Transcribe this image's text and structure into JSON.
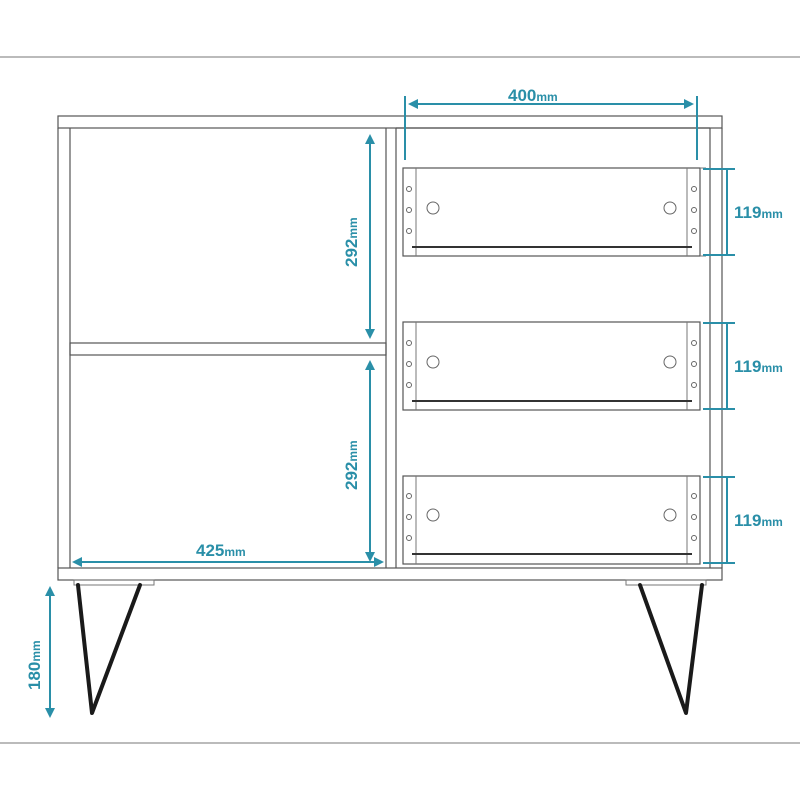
{
  "colors": {
    "dimension": "#2a8fa8",
    "outline": "#555555",
    "legs": "#1a1a1a"
  },
  "dimensions": {
    "drawer_width": {
      "value": "400",
      "unit": "mm"
    },
    "drawer_1_height": {
      "value": "119",
      "unit": "mm"
    },
    "drawer_2_height": {
      "value": "119",
      "unit": "mm"
    },
    "drawer_3_height": {
      "value": "119",
      "unit": "mm"
    },
    "upper_compartment_height": {
      "value": "292",
      "unit": "mm"
    },
    "lower_compartment_height": {
      "value": "292",
      "unit": "mm"
    },
    "compartment_width": {
      "value": "425",
      "unit": "mm"
    },
    "leg_height": {
      "value": "180",
      "unit": "mm"
    }
  }
}
